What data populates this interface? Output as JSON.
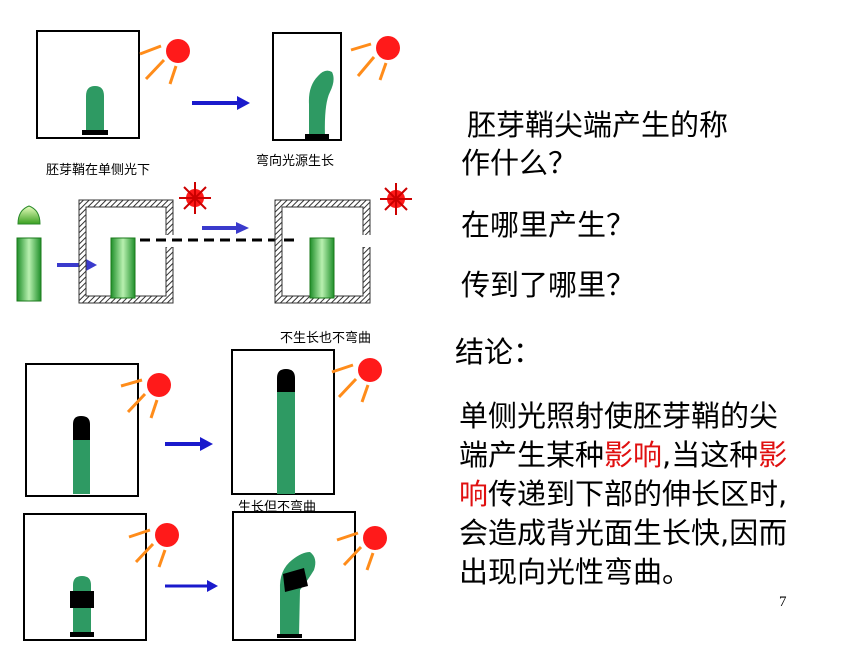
{
  "captions": {
    "c1": "胚芽鞘在单侧光下",
    "c2": "弯向光源生长",
    "c3": "不生长也不弯曲",
    "c4": "生长但不弯曲"
  },
  "questions": {
    "q1_line1": "胚芽鞘尖端产生的称",
    "q1_line2": "作什么？",
    "q2": "在哪里产生？",
    "q3": "传到了哪里？"
  },
  "conclusion": {
    "label": "结论：",
    "l1": "单侧光照射使胚芽鞘的尖",
    "l2_a": "端产生某种",
    "l2_red": "影响",
    "l2_b": ",当这种",
    "l2_red2": "影",
    "l3_red": "响",
    "l3_b": "传递到下部的伸长区时,",
    "l4": "会造成背光面生长快,因而",
    "l5": "出现向光性弯曲。"
  },
  "page_number": "7",
  "colors": {
    "sun": "#ff1a1a",
    "rays": "#ff8c1a",
    "sprout": "#2e9a63",
    "arrow": "#1a1acc",
    "highlight": "#e01010"
  }
}
